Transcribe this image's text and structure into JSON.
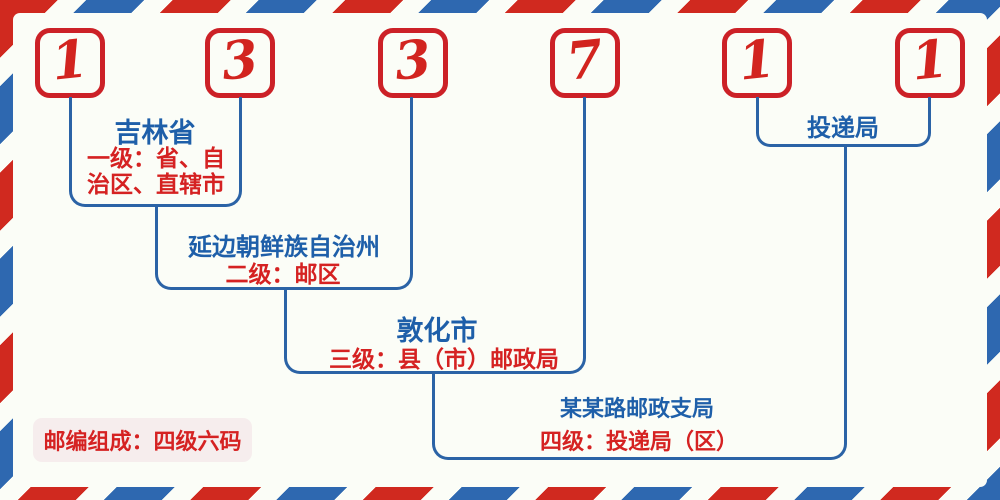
{
  "postal_code": {
    "digits": [
      "1",
      "3",
      "3",
      "7",
      "1",
      "1"
    ]
  },
  "levels": [
    {
      "name": "吉林省",
      "desc_lines": [
        "一级：省、自",
        "治区、直辖市"
      ]
    },
    {
      "name": "延边朝鲜族自治州",
      "desc": "二级：邮区"
    },
    {
      "name": "敦化市",
      "desc": "三级：县（市）邮政局"
    },
    {
      "name": "某某路邮政支局",
      "desc": "四级：投递局（区）"
    }
  ],
  "delivery_office": {
    "label": "投递局"
  },
  "footer": {
    "badge": "邮编组成：四级六码"
  },
  "colors": {
    "stripe_red": "#d0291f",
    "stripe_blue": "#2e68b0",
    "digit_box_border": "#cc2127",
    "digit_red": "#d2241f",
    "text_blue": "#1e5fa9",
    "text_red": "#d52222",
    "connector_blue": "#2b63a6",
    "background": "#fbfdf7",
    "badge_background": "#f6eded"
  }
}
